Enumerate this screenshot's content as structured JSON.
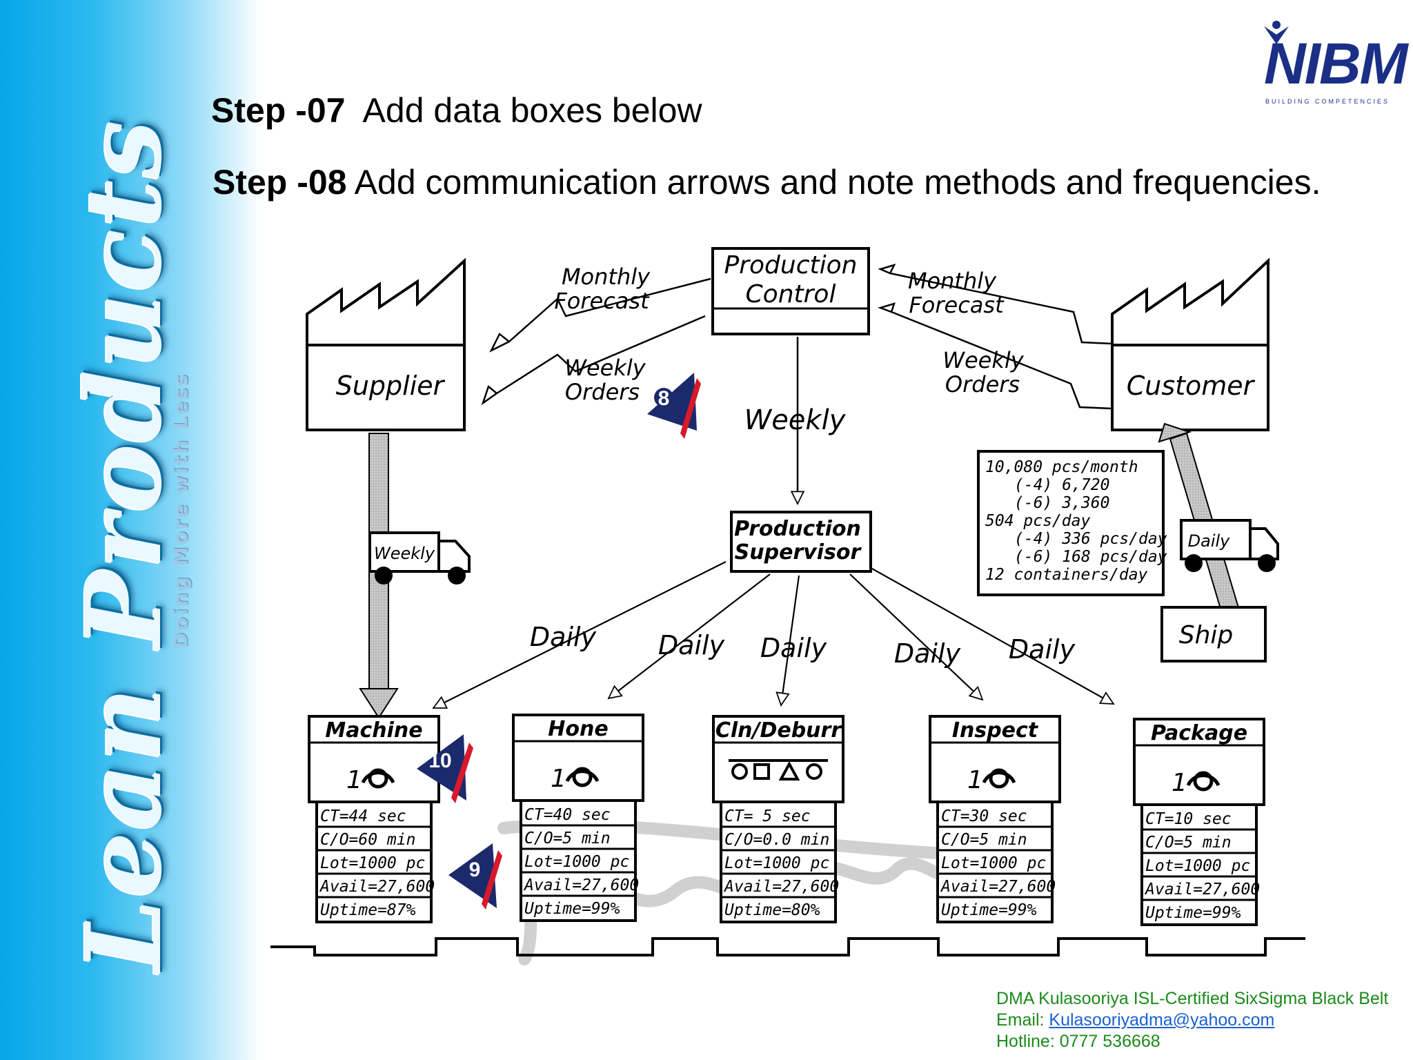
{
  "sidebar": {
    "vertical_title": "Lean Products",
    "tagline": "Doing More with Less"
  },
  "logo": {
    "name": "NIBM",
    "subtitle": "BUILDING COMPETENCIES"
  },
  "steps": [
    {
      "label": "Step -07",
      "text": "Add data boxes below"
    },
    {
      "label": "Step -08",
      "text": "Add communication arrows and note methods and frequencies."
    }
  ],
  "diagram": {
    "production_control": [
      "Production",
      "Control"
    ],
    "supplier": "Supplier",
    "customer": "Customer",
    "production_supervisor": [
      "Production",
      "Supervisor"
    ],
    "ship": "Ship",
    "left_forecast": [
      "Monthly",
      "Forecast"
    ],
    "left_orders": [
      "Weekly",
      "Orders"
    ],
    "right_forecast": [
      "Monthly",
      "Forecast"
    ],
    "right_orders": [
      "Weekly",
      "Orders"
    ],
    "weekly_center": "Weekly",
    "supplier_truck": "Weekly",
    "customer_truck": "Daily",
    "daily_labels": [
      "Daily",
      "Daily",
      "Daily",
      "Daily",
      "Daily"
    ],
    "demand_box": [
      "10,080 pcs/month",
      "(-4) 6,720",
      "(-6) 3,360",
      "504 pcs/day",
      "(-4) 336 pcs/day",
      "(-6) 168 pcs/day",
      "12 containers/day"
    ],
    "badges": [
      "8",
      "10",
      "9"
    ],
    "processes": [
      {
        "name": "Machine",
        "operators": "1",
        "data": [
          "CT=44 sec",
          "C/O=60 min",
          "Lot=1000 pc",
          "Avail=27,600",
          "Uptime=87%"
        ]
      },
      {
        "name": "Hone",
        "operators": "1",
        "data": [
          "CT=40 sec",
          "C/O=5 min",
          "Lot=1000 pc",
          "Avail=27,600",
          "Uptime=99%"
        ]
      },
      {
        "name": "Cln/Deburr",
        "operators": "",
        "data": [
          "CT= 5 sec",
          "C/O=0.0 min",
          "Lot=1000 pc",
          "Avail=27,600",
          "Uptime=80%"
        ]
      },
      {
        "name": "Inspect",
        "operators": "1",
        "data": [
          "CT=30 sec",
          "C/O=5 min",
          "Lot=1000 pc",
          "Avail=27,600",
          "Uptime=99%"
        ]
      },
      {
        "name": "Package",
        "operators": "1",
        "data": [
          "CT=10 sec",
          "C/O=5 min",
          "Lot=1000 pc",
          "Avail=27,600",
          "Uptime=99%"
        ]
      }
    ]
  },
  "footer": {
    "author": "DMA Kulasooriya ISL-Certified SixSigma Black Belt",
    "email_label": "Email:",
    "email": "Kulasooriyadma@yahoo.com",
    "hotline": "Hotline: 0777 536668"
  },
  "colors": {
    "sidebar": "#08a6e8",
    "logo": "#1b2f86",
    "footer_text": "#1a8a1a",
    "badge_navy": "#1b2a6b",
    "badge_red": "#d8192b"
  }
}
